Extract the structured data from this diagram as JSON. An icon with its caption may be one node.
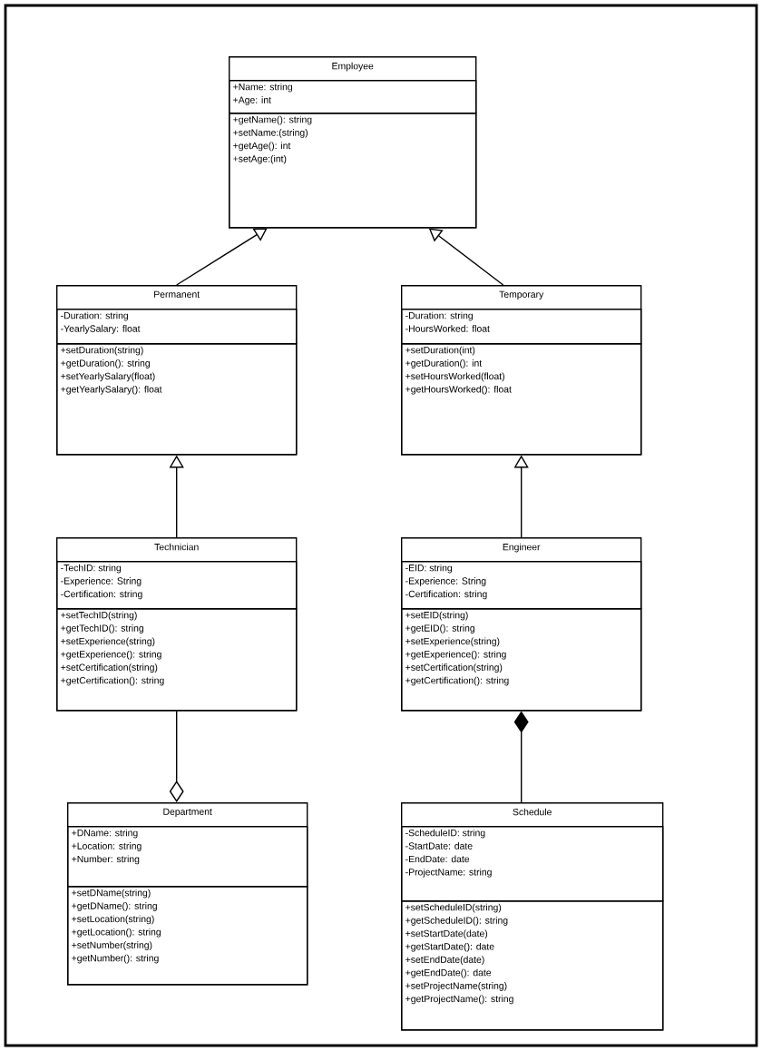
{
  "diagram": {
    "nodes": [
      {
        "text": [
          "Employee"
        ]
      },
      {
        "text": [
          "+Name: string",
          "+Age: int"
        ],
        "in": 0
      },
      {
        "text": [
          "+getName(): string",
          "+setName:(string)",
          "+getAge(): int",
          "+setAge:(int)"
        ],
        "in": 0
      },
      {
        "text": [
          "Permanent"
        ]
      },
      {
        "text": [
          "-Duration: string",
          "-YearlySalary: float"
        ],
        "in": 3
      },
      {
        "text": [
          "+setDuration(string)",
          "+getDuration(): string",
          "+setYearlySalary(float)",
          "+getYearlySalary(): float"
        ],
        "in": 3
      },
      {
        "text": [
          "Temporary"
        ]
      },
      {
        "text": [
          "-Duration: string",
          "-HoursWorked: float"
        ],
        "in": 6
      },
      {
        "text": [
          "+setDuration(int)",
          "+getDuration(): int",
          "+setHoursWorked(float)",
          "+getHoursWorked(): float"
        ],
        "in": 6
      },
      {
        "text": [
          "Technician"
        ]
      },
      {
        "text": [
          "-TechID: string",
          "-Experience: String",
          "-Certification: string"
        ],
        "in": 9
      },
      {
        "text": [
          "+setTechID(string)",
          "+getTechID(): string",
          "+setExperience(string)",
          "+getExperience(): string",
          "+setCertification(string)",
          "+getCertification(): string"
        ],
        "in": 9
      },
      {
        "text": [
          "Engineer"
        ]
      },
      {
        "text": [
          "-EID: string",
          "-Experience: String",
          "-Certification: string"
        ],
        "in": 12
      },
      {
        "text": [
          "+setEID(string)",
          "+getEID(): string",
          "+setExperience(string)",
          "+getExperience(): string",
          "+setCertification(string)",
          "+getCertification(): string"
        ],
        "in": 12
      },
      {
        "text": [
          "Department"
        ]
      },
      {
        "text": [
          "+DName: string",
          "+Location: string",
          "+Number: string"
        ],
        "in": 15
      },
      {
        "text": [
          "+setDName(string)",
          "+getDName(): string",
          "+setLocation(string)",
          "+getLocation(): string",
          "+setNumber(string)",
          "+getNumber(): string"
        ],
        "in": 15
      },
      {
        "text": [
          "Schedule"
        ]
      },
      {
        "text": [
          "-ScheduleID: string",
          "-StartDate: date",
          "-EndDate: date",
          "-ProjectName: string"
        ],
        "in": 18
      },
      {
        "text": [
          "+setScheduleID(string)",
          "+getScheduleID(): string",
          "+setStartDate(date)",
          "+getStartDate(): date",
          "+setEndDate(date)",
          "+getEndDate(): date",
          "+setProjectName(string)",
          "+getProjectName(): string"
        ],
        "in": 18
      }
    ],
    "edges": [
      {
        "from": 3,
        "to": 0,
        "arrow": "to"
      },
      {
        "from": 6,
        "to": 0,
        "arrow": "to"
      },
      {
        "from": 9,
        "to": 3,
        "arrow": "to"
      },
      {
        "from": 12,
        "to": 6,
        "arrow": "to"
      },
      {
        "from": 9,
        "to": 15,
        "arrow": "other"
      },
      {
        "from": 18,
        "to": 12,
        "arrow": "other"
      }
    ]
  }
}
